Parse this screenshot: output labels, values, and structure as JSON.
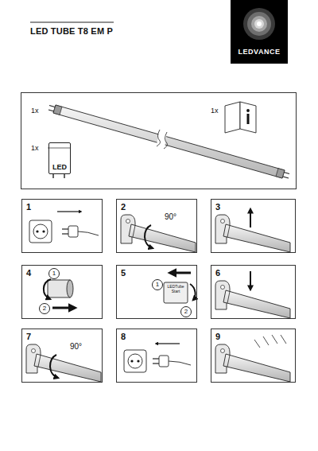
{
  "diagram": {
    "title": "LED TUBE T8 EM P",
    "nodes": [
      {
        "text": [
          "LEDVANCE"
        ]
      },
      {
        "text": [
          "1x",
          "1x",
          "1x"
        ]
      },
      {
        "text": [
          "LED"
        ],
        "in": 1
      },
      {
        "text": [
          "1"
        ]
      },
      {
        "text": [
          "2",
          "90°"
        ]
      },
      {
        "text": [
          "3"
        ]
      },
      {
        "text": [
          "4"
        ]
      },
      {
        "text": [
          "1"
        ],
        "in": 6
      },
      {
        "text": [
          "2"
        ],
        "in": 6
      },
      {
        "text": [
          "5"
        ]
      },
      {
        "text": [
          "1"
        ],
        "in": 9
      },
      {
        "text": [
          "2"
        ],
        "in": 9
      },
      {
        "text": [
          "6"
        ]
      },
      {
        "text": [
          "7",
          "90°"
        ]
      },
      {
        "text": [
          "8"
        ]
      },
      {
        "text": [
          "9"
        ]
      }
    ],
    "labels": [
      "LEDTube Start"
    ]
  }
}
